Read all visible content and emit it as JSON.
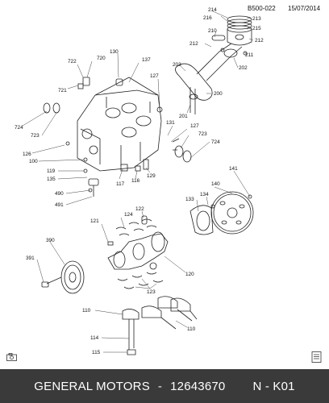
{
  "header": {
    "code": "B500-022",
    "date": "15/07/2014"
  },
  "footer": {
    "brand": "GENERAL MOTORS",
    "separator": "-",
    "part_number": "12643670",
    "section": "N - K01"
  },
  "callouts": {
    "c214": "214",
    "c216": "216",
    "c213": "213",
    "c215": "215",
    "c210": "210",
    "c212a": "212",
    "c212b": "212",
    "c211": "211",
    "c202": "202",
    "c203": "203",
    "c200": "200",
    "c201": "201",
    "c722": "722",
    "c720": "720",
    "c721": "721",
    "c130": "130",
    "c137": "137",
    "c127a": "127",
    "c127b": "127",
    "c724a": "724",
    "c724b": "724",
    "c723a": "723",
    "c723b": "723",
    "c131": "131",
    "c126": "126",
    "c100": "100",
    "c119": "119",
    "c135": "135",
    "c490": "490",
    "c491": "491",
    "c117": "117",
    "c116": "116",
    "c129": "129",
    "c141": "141",
    "c140": "140",
    "c133": "133",
    "c134": "134",
    "c121": "121",
    "c124": "124",
    "c122": "122",
    "c390": "390",
    "c391": "391",
    "c120": "120",
    "c123": "123",
    "c110a": "110",
    "c110b": "110",
    "c114": "114",
    "c115": "115"
  }
}
